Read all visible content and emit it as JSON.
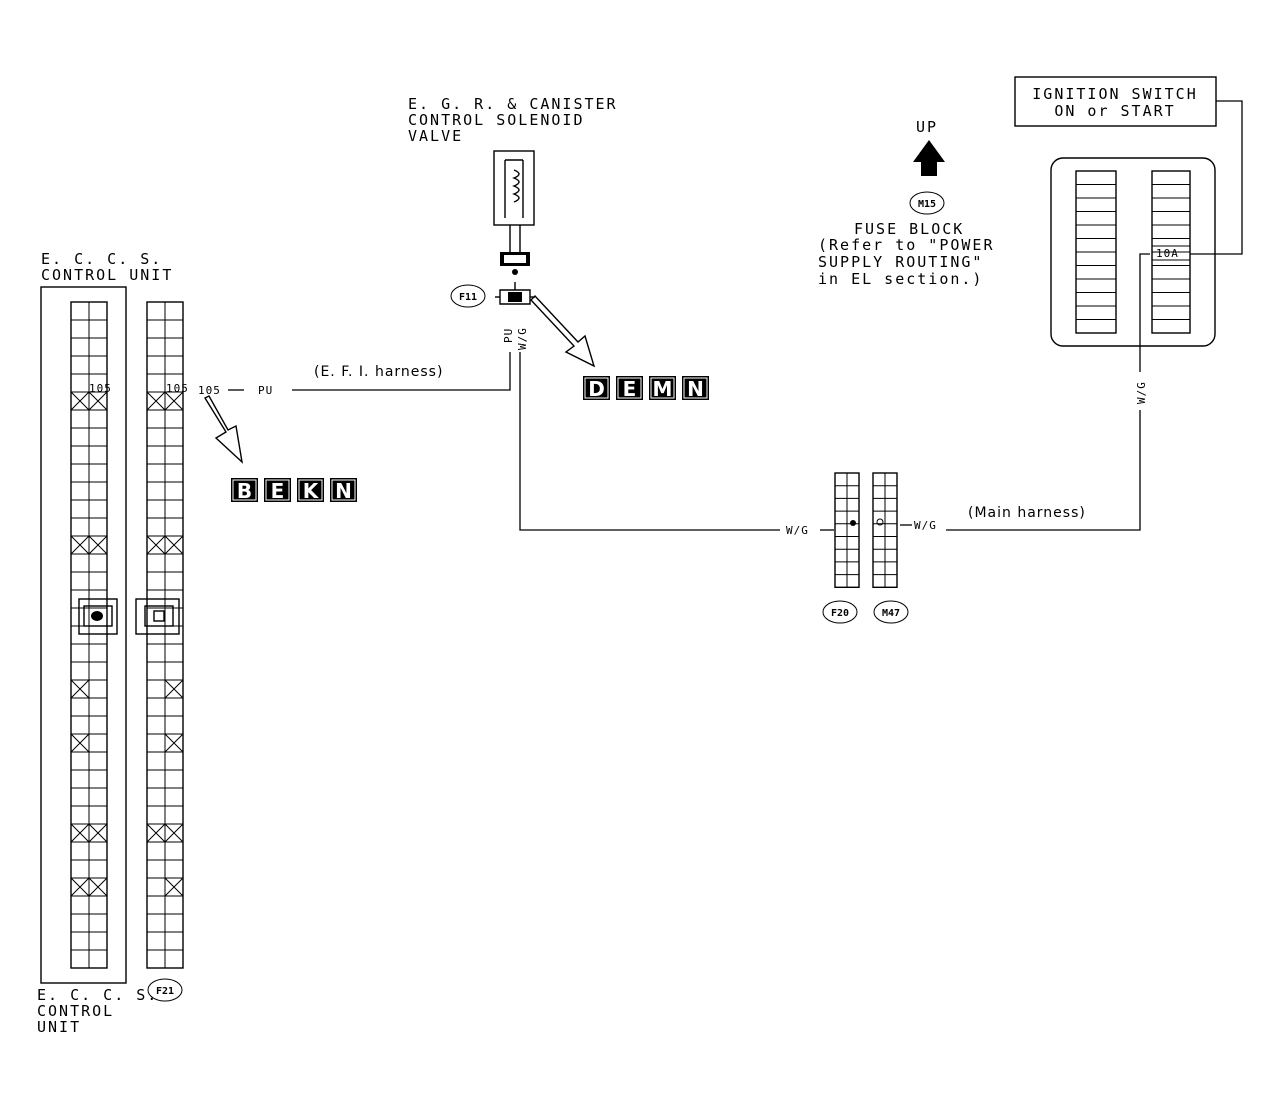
{
  "labels": {
    "egr_valve": [
      "E. G. R.  & CANISTER",
      "CONTROL  SOLENOID",
      "VALVE"
    ],
    "eccs_top": [
      "E. C. C. S.",
      "CONTROL  UNIT"
    ],
    "eccs_bottom": [
      "E. C. C. S.",
      "CONTROL",
      "UNIT"
    ],
    "ignition": [
      "IGNITION SWITCH",
      "ON or START"
    ],
    "up": "UP",
    "fuse_block": [
      "FUSE  BLOCK",
      "(Refer to \"POWER",
      "SUPPLY ROUTING\"",
      "in EL section.)"
    ],
    "fuse_rating": "10A",
    "efi_harness": "(E. F. I. harness)",
    "main_harness": "(Main harness)"
  },
  "connectors": {
    "f21": "F21",
    "f11": "F11",
    "m15": "M15",
    "f20": "F20",
    "m47": "M47"
  },
  "pins": {
    "pin_left": "105",
    "pin_right": "105",
    "terminal": "105"
  },
  "wire_colors": {
    "pu": "PU",
    "pu_vert": "PU",
    "wg_vert": "W/G",
    "wg_left": "W/G",
    "wg_right": "W/G",
    "wg_fuse": "W/G"
  },
  "code_groups": {
    "group1": [
      "B",
      "E",
      "K",
      "N"
    ],
    "group2": [
      "D",
      "E",
      "M",
      "N"
    ]
  }
}
